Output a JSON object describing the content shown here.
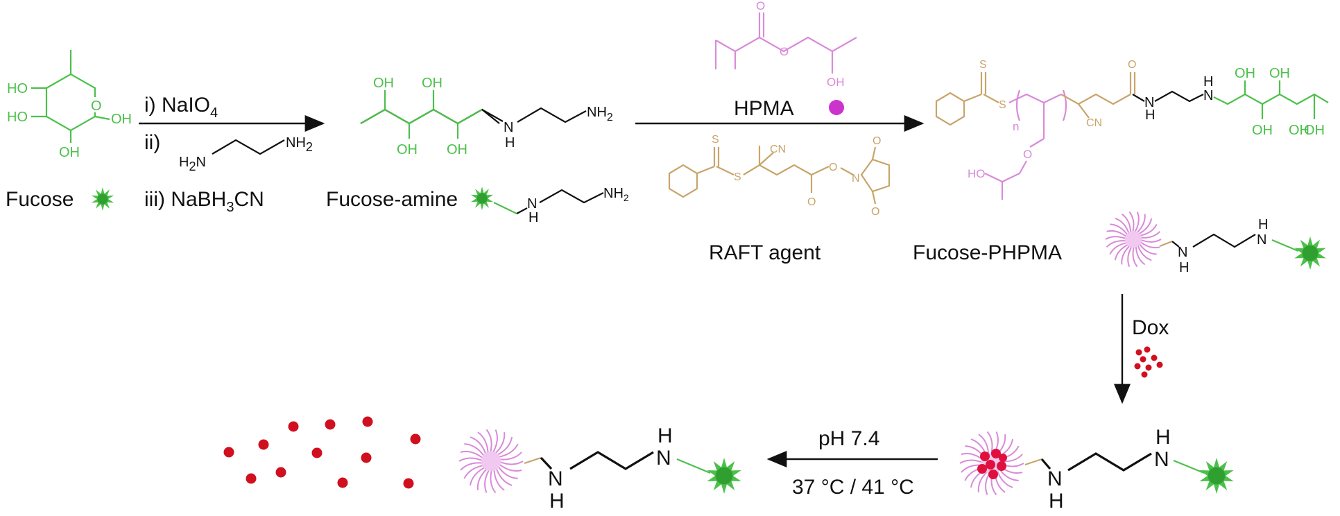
{
  "labels": {
    "fucose": "Fucose",
    "step1": "i) NaIO",
    "step1_sub": "4",
    "step2": "ii)",
    "step3": "iii) NaBH",
    "step3_sub": "3",
    "step3_end": "CN",
    "fucose_amine": "Fucose-amine",
    "hpma": "HPMA",
    "raft_agent": "RAFT agent",
    "fucose_phpma": "Fucose-PHPMA",
    "dox": "Dox",
    "ph": "pH 7.4",
    "temp": "37 °C / 41 °C"
  },
  "atoms": {
    "ho": "HO",
    "oh": "OH",
    "o": "O",
    "h2n": "H",
    "two": "2",
    "n": "N",
    "nh2": "NH",
    "h": "H",
    "s": "S",
    "cn": "CN",
    "n_small": "n"
  },
  "colors": {
    "fucose_green": "#4cc04a",
    "raft_tan": "#c8a46a",
    "hpma_pink": "#d98ad9",
    "dox_red": "#d0101e",
    "text": "#111111"
  }
}
